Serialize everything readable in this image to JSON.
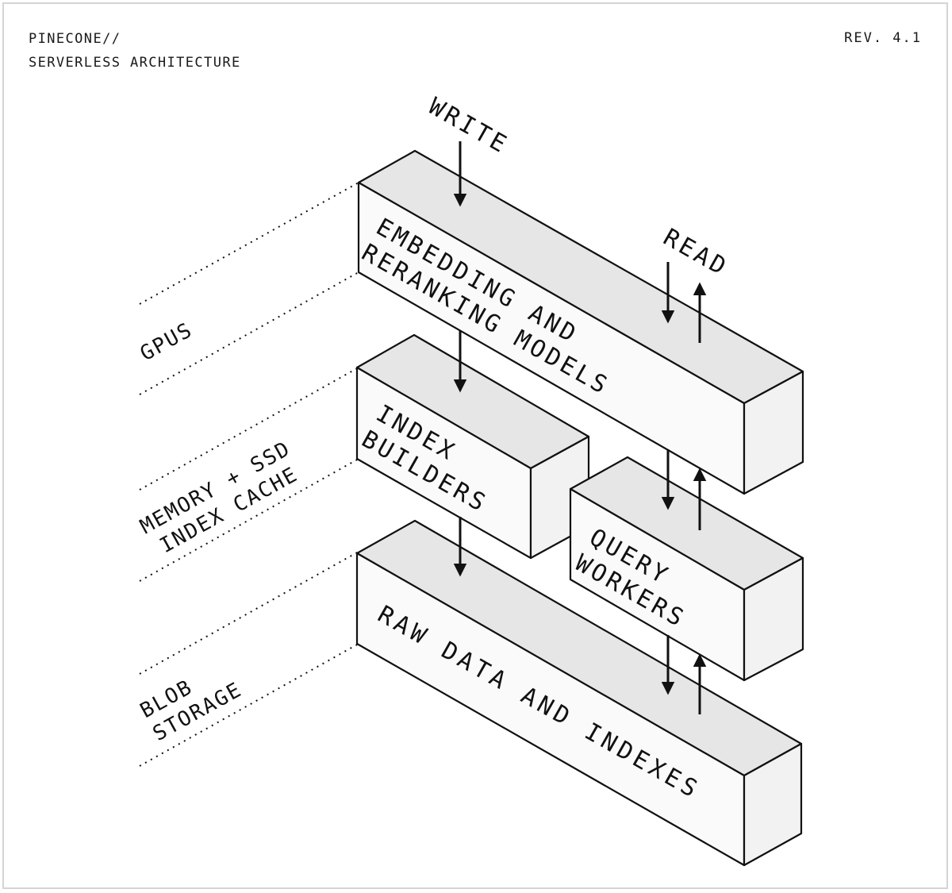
{
  "header": {
    "title_line1": "PINECONE//",
    "title_line2": "SERVERLESS ARCHITECTURE",
    "revision": "REV. 4.1"
  },
  "flows": {
    "write": "WRITE",
    "read": "READ"
  },
  "blocks": {
    "embedding_line1": "EMBEDDING AND",
    "embedding_line2": "RERANKING MODELS",
    "index_line1": "INDEX",
    "index_line2": "BUILDERS",
    "query_line1": "QUERY",
    "query_line2": "WORKERS",
    "raw_line1": "RAW DATA AND INDEXES"
  },
  "layers": {
    "gpus": "GPUS",
    "memory_line1": "MEMORY + SSD",
    "memory_line2": "INDEX CACHE",
    "blob_line1": "BLOB",
    "blob_line2": "STORAGE"
  },
  "colors": {
    "top_face": "#e6e6e6",
    "front_face": "#fafafa",
    "side_face": "#f2f2f2",
    "stroke": "#111111"
  }
}
